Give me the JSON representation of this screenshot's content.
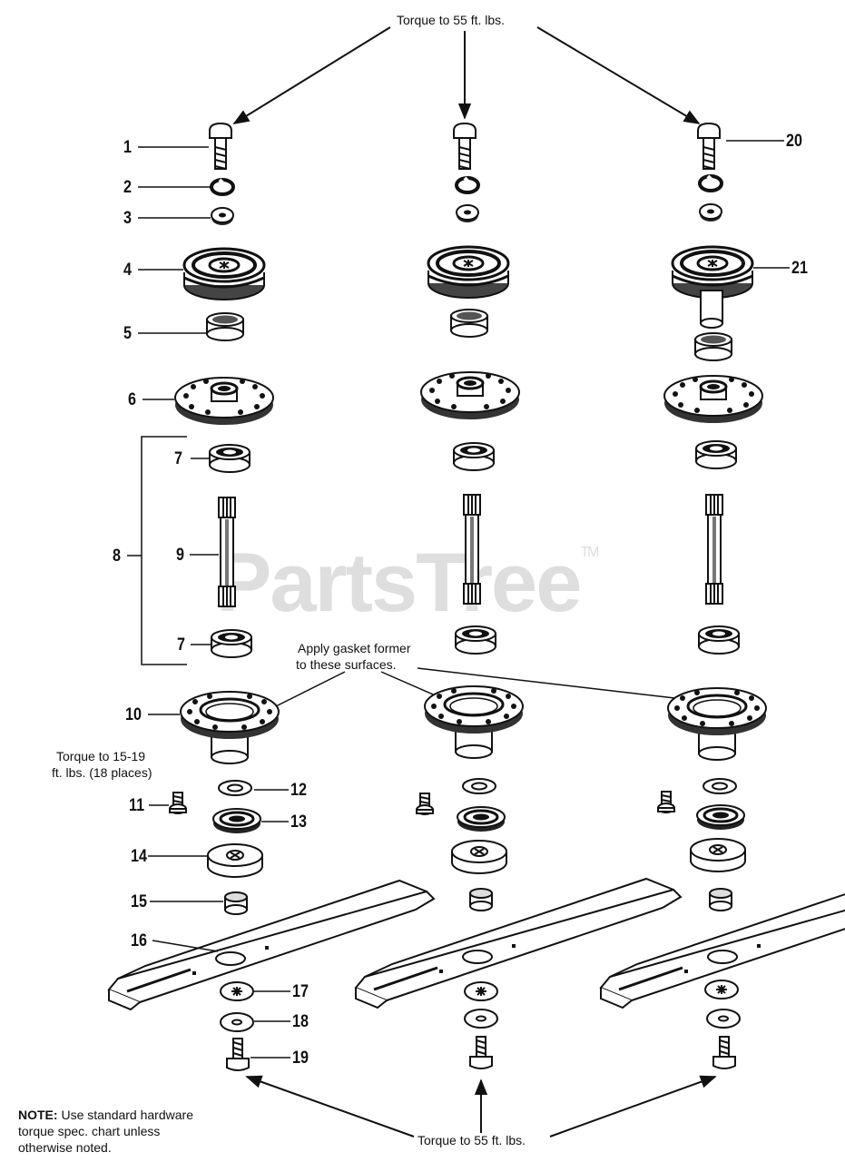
{
  "callouts": {
    "torque_top": "Torque to 55 ft. lbs.",
    "torque_bottom": "Torque to 55 ft. lbs.",
    "gasket_line1": "Apply gasket former",
    "gasket_line2": "to these surfaces.",
    "torque_small_line1": "Torque to 15-19",
    "torque_small_line2": "ft. lbs. (18 places)",
    "note_label": "NOTE:",
    "note_line1": "Use standard hardware",
    "note_line2": "torque spec. chart unless",
    "note_line3": "otherwise noted."
  },
  "part_numbers": {
    "p1": "1",
    "p2": "2",
    "p3": "3",
    "p4": "4",
    "p5": "5",
    "p6": "6",
    "p7a": "7",
    "p7b": "7",
    "p8": "8",
    "p9": "9",
    "p10": "10",
    "p11": "11",
    "p12": "12",
    "p13": "13",
    "p14": "14",
    "p15": "15",
    "p16": "16",
    "p17": "17",
    "p18": "18",
    "p19": "19",
    "p20": "20",
    "p21": "21"
  },
  "watermark": {
    "text": "PartsTree",
    "tm": "TM"
  }
}
